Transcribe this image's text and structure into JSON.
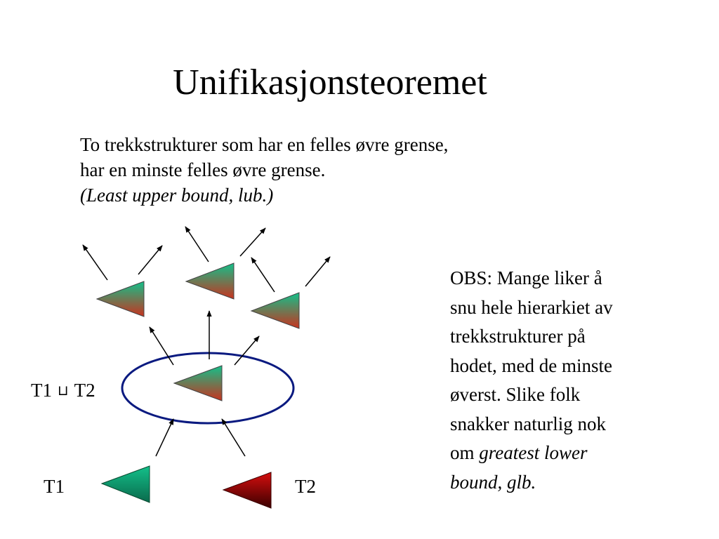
{
  "slide": {
    "title": "Unifikasjonsteoremet",
    "intro_lines": [
      "To trekkstrukturer som har en felles øvre grense,",
      "har en minste felles øvre grense."
    ],
    "intro_italic": "(Least upper bound, lub.)",
    "obs_lines": [
      "OBS:  Mange liker å",
      "snu hele hierarkiet av",
      "trekkstrukturer på",
      "hodet, med de minste",
      "øverst.  Slike folk",
      "snakker naturlig nok"
    ],
    "obs_last_prefix": "om ",
    "obs_last_italic_1": "greatest lower",
    "obs_last_italic_2": "bound, glb."
  },
  "diagram": {
    "label_join_left": "T1",
    "join_symbol": "⊔",
    "label_join_right": "T2",
    "label_t1": "T1",
    "label_t2": "T2",
    "colors": {
      "green": "#13c08a",
      "red": "#c80e0e",
      "dark_red": "#3a0000",
      "ellipse": "#0a1a80"
    }
  }
}
